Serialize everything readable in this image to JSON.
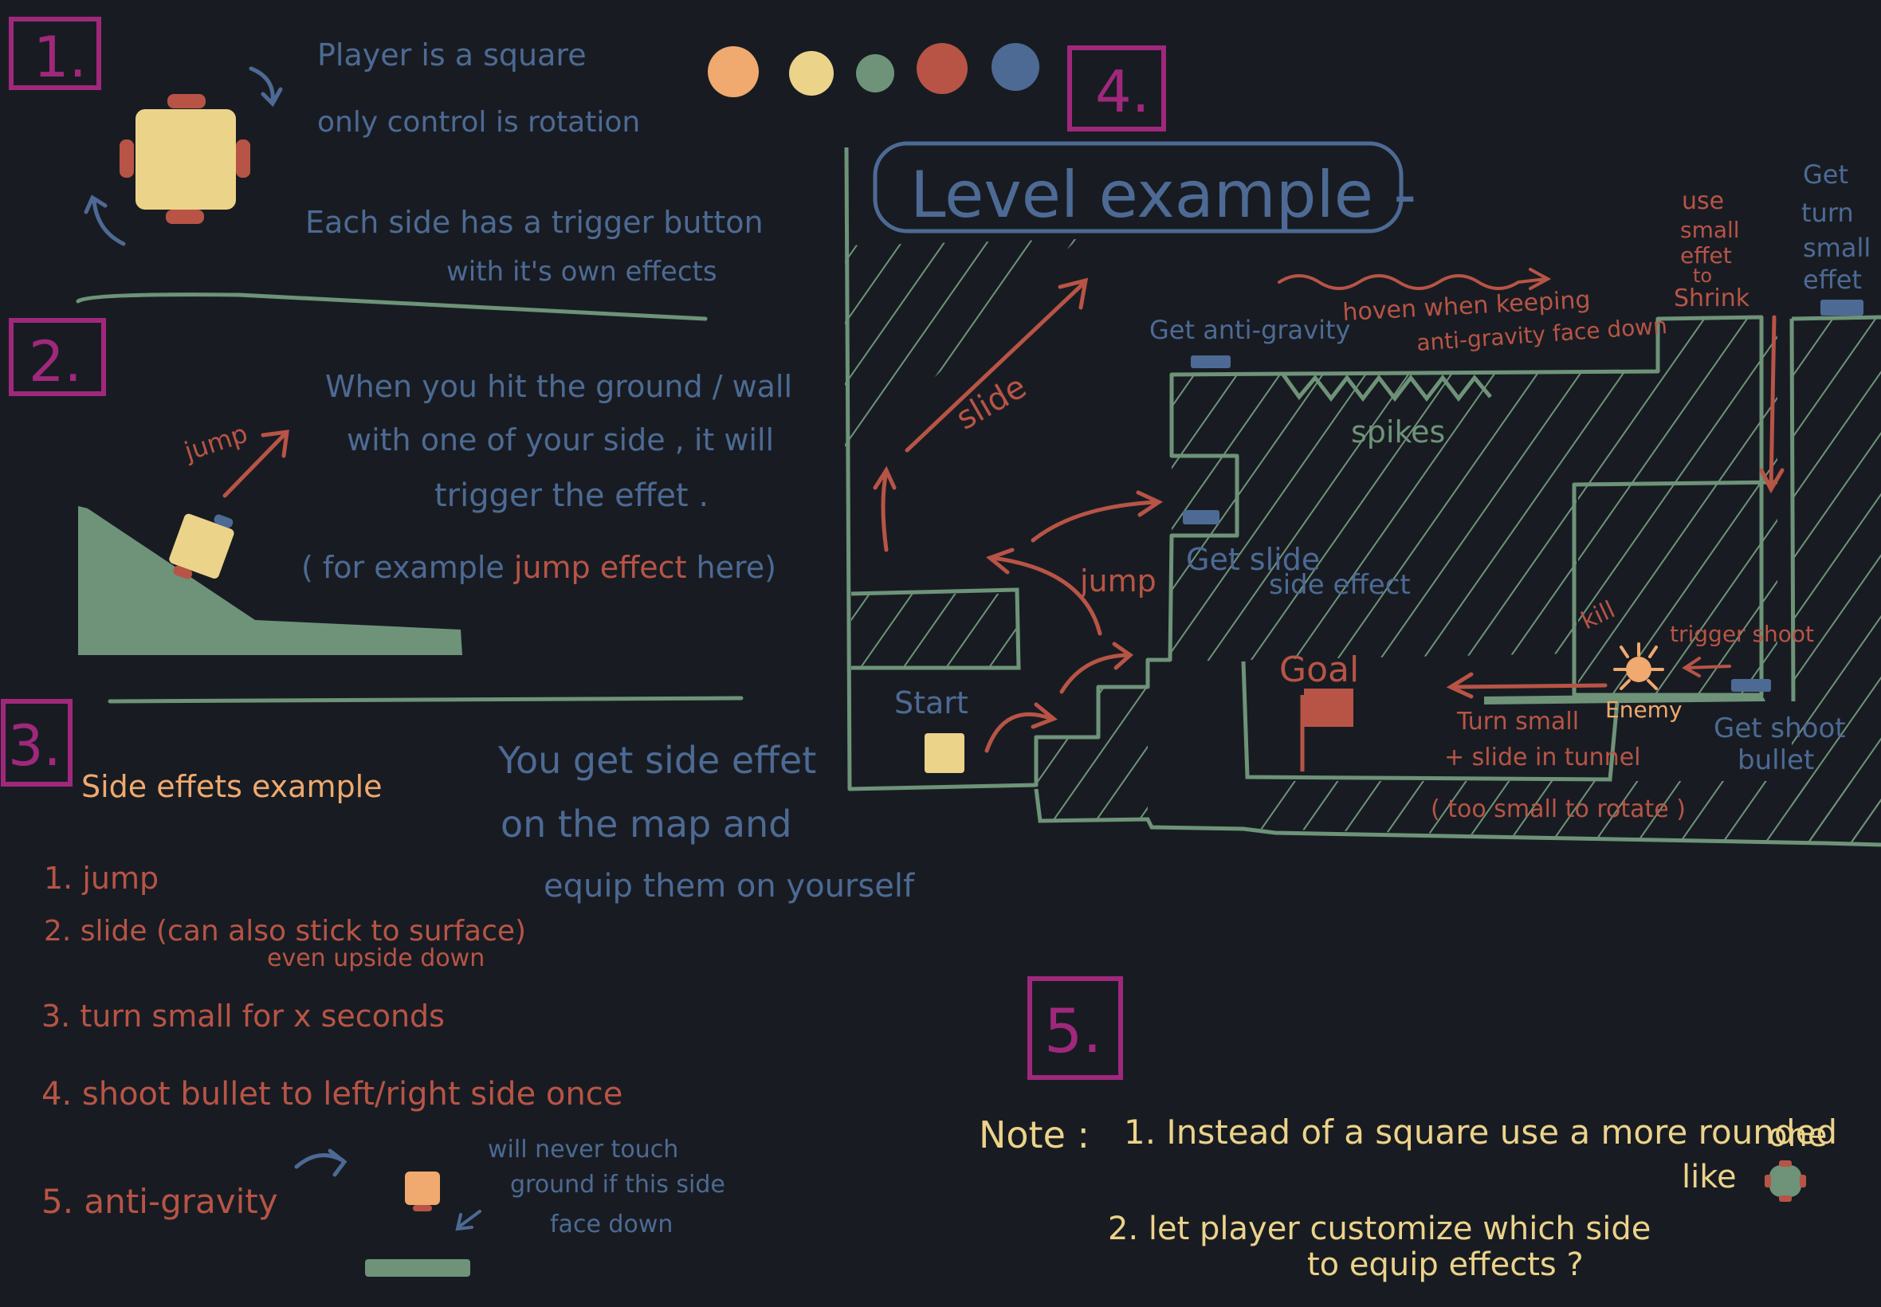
{
  "colors": {
    "background": "#181c22",
    "blue": "#4d6a94",
    "red": "#b85446",
    "green": "#6e9379",
    "yellow": "#ecd38a",
    "orange": "#f0a96e",
    "magenta": "#a0287c"
  },
  "palette": [
    "#f0a96e",
    "#ecd38a",
    "#6e9379",
    "#b85446",
    "#4d6a94"
  ],
  "section1": {
    "number": "1.",
    "line1": "Player is a square",
    "line2": "only control is rotation",
    "line3": "Each side has a trigger button",
    "line4": "with it's own effects"
  },
  "section2": {
    "number": "2.",
    "line1": "When you hit the ground / wall",
    "line2": "with one of your side , it will",
    "line3": "trigger the effet .",
    "line4_prefix": "( for example ",
    "line4_highlight": "jump effect",
    "line4_suffix": " here)",
    "jump_label": "jump"
  },
  "section3": {
    "number": "3.",
    "heading": "Side effets example",
    "items": [
      "1. jump",
      "2. slide (can also stick to surface)",
      "even upside down",
      "3. turn small for x seconds",
      "4. shoot bullet to left/right side once",
      "5. anti-gravity"
    ],
    "note_line1": "will never touch",
    "note_line2": "ground if this side",
    "note_line3": "face down",
    "map_note_line1": "You get side effet",
    "map_note_line2": "on the map and",
    "map_note_line3": "equip them on yourself"
  },
  "section4": {
    "number": "4.",
    "title": "Level example -",
    "slide": "slide",
    "jump": "jump",
    "start": "Start",
    "goal": "Goal",
    "spikes": "spikes",
    "enemy": "Enemy",
    "kill": "kill",
    "trigger_shoot": "trigger shoot",
    "get_anti_gravity": "Get anti-gravity",
    "hover_line1": "hoven when keeping",
    "hover_line2": "anti-gravity face down",
    "use_small": [
      "use",
      "small",
      "effet",
      "to",
      "Shrink"
    ],
    "get_turn_small": [
      "Get",
      "turn",
      "small",
      "effet"
    ],
    "get_slide_line1": "Get slide",
    "get_slide_line2": "side effect",
    "get_shoot_line1": "Get shoot",
    "get_shoot_line2": "bullet",
    "turn_small_line1": "Turn small",
    "turn_small_line2": "+ slide in tunnel",
    "turn_small_line3": "( too small to rotate )"
  },
  "section5": {
    "number": "5.",
    "note_label": "Note :",
    "note1": "1. Instead of a square use a more rounded",
    "note1b": "one",
    "note1c": "like",
    "note2a": "2. let player customize which side",
    "note2b": "to equip effects ?"
  }
}
